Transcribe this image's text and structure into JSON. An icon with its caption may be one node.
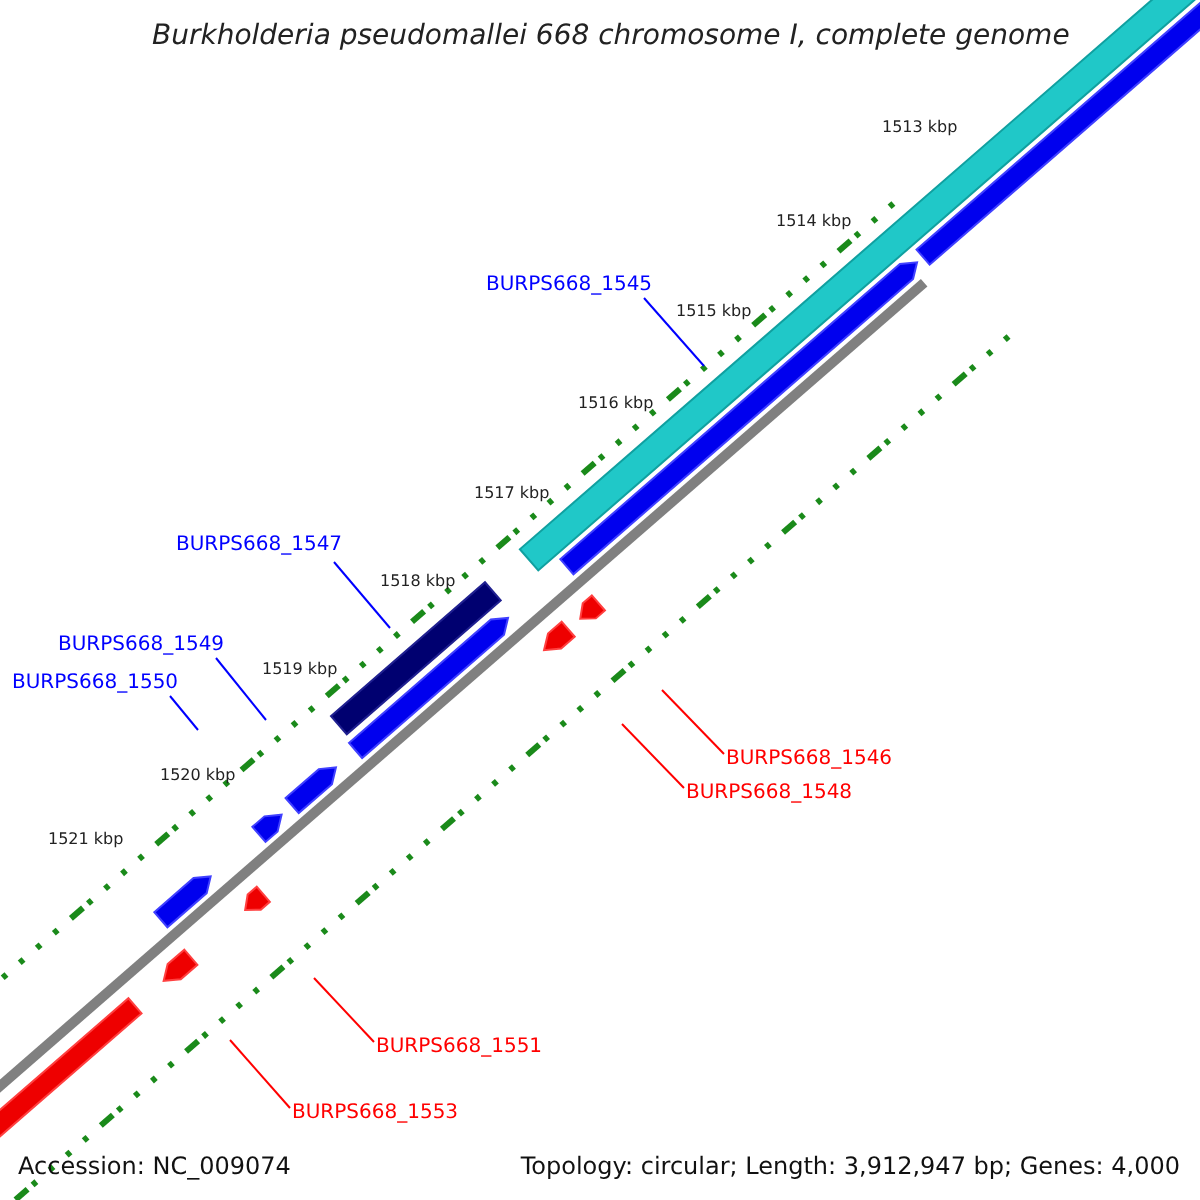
{
  "diagram": {
    "title": "Burkholderia pseudomallei 668 chromosome I, complete genome",
    "nodes": [
      {
        "text": [
          "BURPS668_1545"
        ]
      },
      {
        "text": [
          "BURPS668_1547"
        ]
      },
      {
        "text": [
          "BURPS668_1549"
        ]
      },
      {
        "text": [
          "BURPS668_1550"
        ]
      },
      {
        "text": [
          "BURPS668_1546"
        ]
      },
      {
        "text": [
          "BURPS668_1548"
        ]
      },
      {
        "text": [
          "BURPS668_1551"
        ]
      },
      {
        "text": [
          "BURPS668_1553"
        ]
      }
    ],
    "edges": [
      {
        "from": 0,
        "to": null,
        "arrow": "none"
      },
      {
        "from": 1,
        "to": null,
        "arrow": "none"
      },
      {
        "from": 2,
        "to": null,
        "arrow": "none"
      },
      {
        "from": 3,
        "to": null,
        "arrow": "none"
      },
      {
        "from": 4,
        "to": null,
        "arrow": "none",
        "color": "#ff0000"
      },
      {
        "from": 5,
        "to": null,
        "arrow": "none",
        "color": "#ff0000"
      },
      {
        "from": 6,
        "to": null,
        "arrow": "none",
        "color": "#ff0000"
      },
      {
        "from": 7,
        "to": null,
        "arrow": "none",
        "color": "#ff0000"
      }
    ],
    "labels": [
      "1513 kbp",
      "1514 kbp",
      "1515 kbp",
      "1516 kbp",
      "1517 kbp",
      "1518 kbp",
      "1519 kbp",
      "1520 kbp",
      "1521 kbp",
      "Accession: NC_009074",
      "Topology: circular; Length: 3,912,947 bp; Genes: 4,000"
    ]
  }
}
